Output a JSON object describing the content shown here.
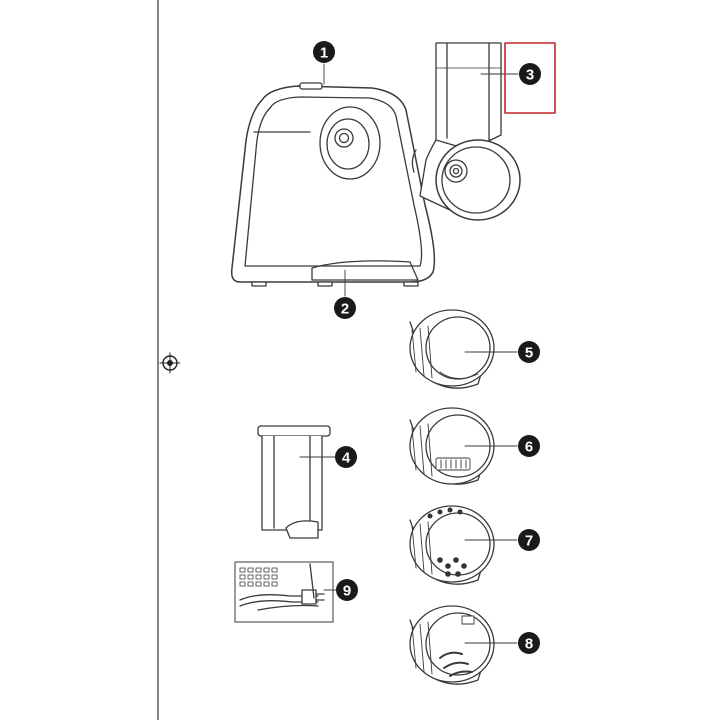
{
  "callouts": [
    {
      "id": "1",
      "label": "1"
    },
    {
      "id": "2",
      "label": "2"
    },
    {
      "id": "3",
      "label": "3"
    },
    {
      "id": "4",
      "label": "4"
    },
    {
      "id": "5",
      "label": "5"
    },
    {
      "id": "6",
      "label": "6"
    },
    {
      "id": "7",
      "label": "7"
    },
    {
      "id": "8",
      "label": "8"
    },
    {
      "id": "9",
      "label": "9"
    }
  ],
  "colors": {
    "line": "#3a3a3a",
    "badge": "#1a1a1a",
    "highlight_box": "#c0282d",
    "fill": "#ffffff",
    "dark_fill": "#333333"
  },
  "highlighted_callout": "3"
}
